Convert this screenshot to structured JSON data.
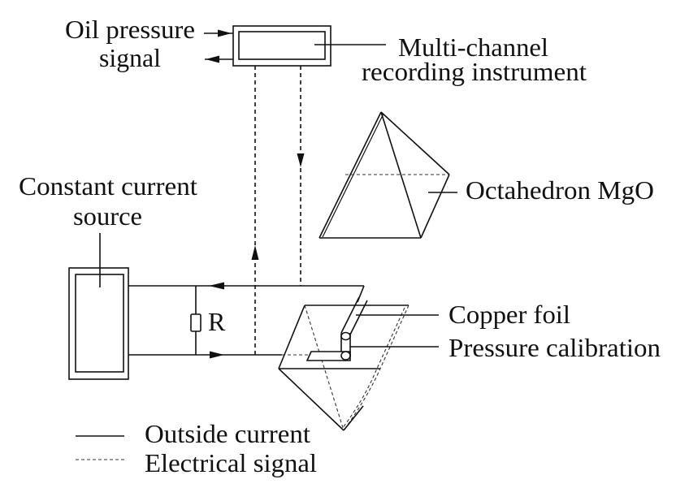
{
  "diagram": {
    "labels": {
      "oil_pressure_line1": "Oil pressure",
      "oil_pressure_line2": "signal",
      "recorder_line1": "Multi-channel",
      "recorder_line2": "recording instrument",
      "source_line1": "Constant current",
      "source_line2": "source",
      "resistor": "R",
      "octahedron": "Octahedron MgO",
      "copper_foil": "Copper foil",
      "pressure_calibration": "Pressure calibration"
    },
    "legend": [
      {
        "label": "Outside current",
        "style": "solid"
      },
      {
        "label": "Electrical signal",
        "style": "dashed"
      }
    ],
    "colors": {
      "ink": "#111111",
      "background": "#ffffff"
    }
  }
}
